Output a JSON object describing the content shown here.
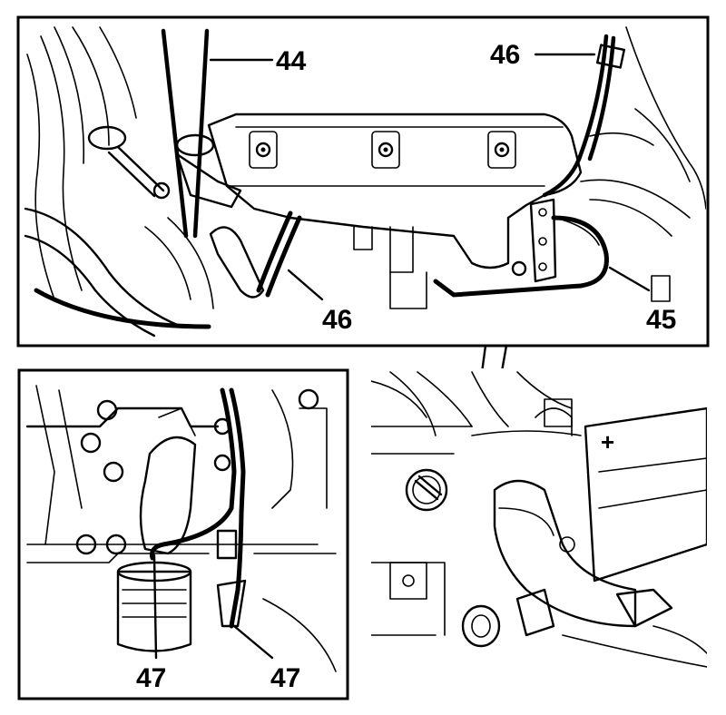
{
  "panels": [
    {
      "id": "top",
      "callouts": [
        {
          "id": "c44",
          "text": "44"
        },
        {
          "id": "c46a",
          "text": "46"
        },
        {
          "id": "c46b",
          "text": "46"
        },
        {
          "id": "c45",
          "text": "45"
        }
      ]
    },
    {
      "id": "bottom-left",
      "callouts": [
        {
          "id": "c47a",
          "text": "47"
        },
        {
          "id": "c47b",
          "text": "47"
        }
      ]
    },
    {
      "id": "bottom-right",
      "symbols": {
        "battery_plus": "+"
      }
    }
  ],
  "colors": {
    "line": "#000000",
    "background": "#ffffff"
  }
}
